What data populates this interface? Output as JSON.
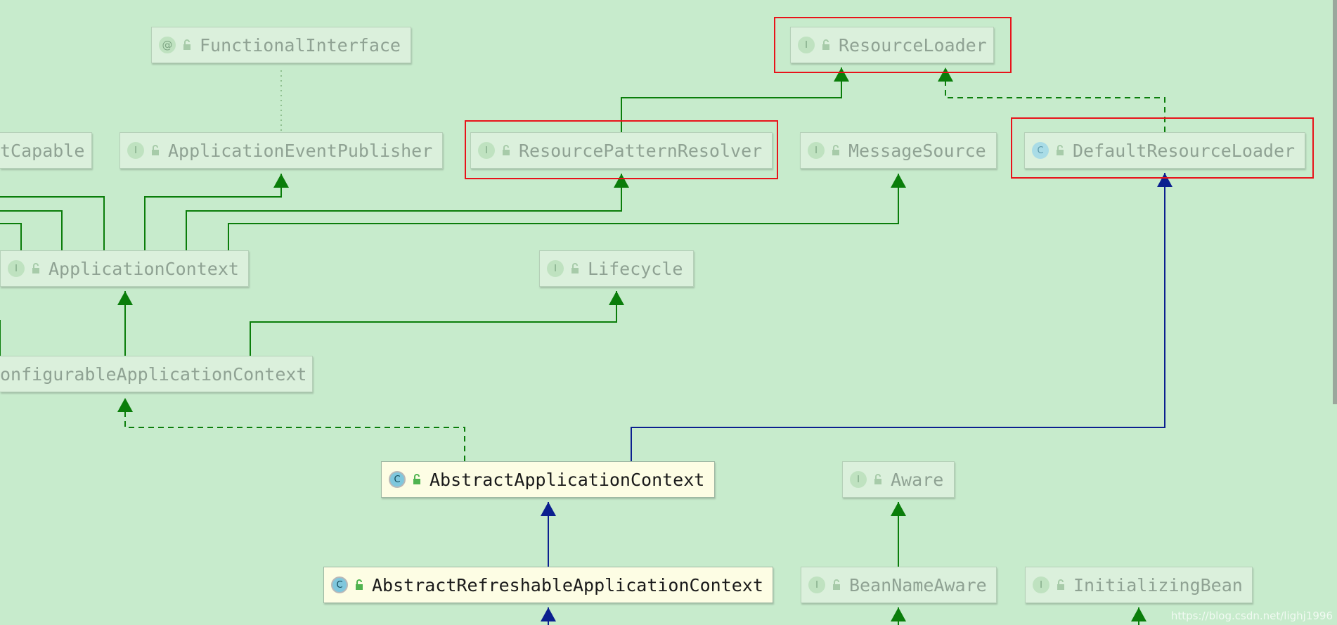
{
  "diagram": {
    "nodes": {
      "functional_interface": {
        "label": "FunctionalInterface",
        "kind": "@",
        "kind_name": "annotation"
      },
      "resource_loader": {
        "label": "ResourceLoader",
        "kind": "I",
        "kind_name": "interface"
      },
      "environment_capable": {
        "label": "tCapable",
        "kind_name": "interface-truncated"
      },
      "application_event_publisher": {
        "label": "ApplicationEventPublisher",
        "kind": "I",
        "kind_name": "interface"
      },
      "resource_pattern_resolver": {
        "label": "ResourcePatternResolver",
        "kind": "I",
        "kind_name": "interface"
      },
      "message_source": {
        "label": "MessageSource",
        "kind": "I",
        "kind_name": "interface"
      },
      "default_resource_loader": {
        "label": "DefaultResourceLoader",
        "kind": "C",
        "kind_name": "class"
      },
      "application_context": {
        "label": "ApplicationContext",
        "kind": "I",
        "kind_name": "interface"
      },
      "lifecycle": {
        "label": "Lifecycle",
        "kind": "I",
        "kind_name": "interface"
      },
      "configurable_application_context": {
        "label": "onfigurableApplicationContext",
        "kind_name": "interface-truncated"
      },
      "abstract_application_context": {
        "label": "AbstractApplicationContext",
        "kind": "C",
        "kind_name": "abstract-class"
      },
      "aware": {
        "label": "Aware",
        "kind": "I",
        "kind_name": "interface"
      },
      "abstract_refreshable_application_context": {
        "label": "AbstractRefreshableApplicationContext",
        "kind": "C",
        "kind_name": "abstract-class"
      },
      "bean_name_aware": {
        "label": "BeanNameAware",
        "kind": "I",
        "kind_name": "interface"
      },
      "initializing_bean": {
        "label": "InitializingBean",
        "kind": "I",
        "kind_name": "interface"
      }
    },
    "highlighted": [
      "resource_loader",
      "resource_pattern_resolver",
      "default_resource_loader"
    ],
    "colors": {
      "background": "#c7ebcc",
      "extends_interface": "#0a7d0a",
      "extends_class": "#0b1f8f",
      "implements": "#0a7d0a",
      "highlight": "#e8131a"
    }
  },
  "watermark": "https://blog.csdn.net/lighj1996"
}
